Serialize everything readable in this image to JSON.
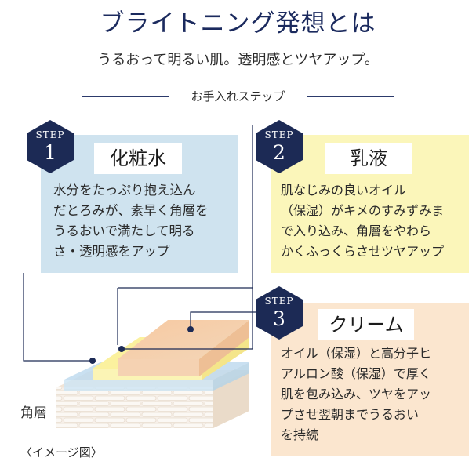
{
  "header": {
    "title": "ブライトニング発想とは",
    "subtitle": "うるおって明るい肌。透明感とツヤアップ。",
    "section_label": "お手入れステップ"
  },
  "steps": [
    {
      "badge": "STEP",
      "number": "1",
      "name": "化粧水",
      "lines": [
        "水分をたっぷり抱え込ん",
        "だとろみが、素早く角層を",
        "うるおいで満たして明る",
        "さ・透明感をアップ"
      ],
      "color": "#cfe3ef"
    },
    {
      "badge": "STEP",
      "number": "2",
      "name": "乳液",
      "lines": [
        "肌なじみの良いオイル",
        "（保湿）がキメのすみずみま",
        "で入り込み、角層をやわら",
        "かくふっくらさせツヤアップ"
      ],
      "color": "#fbf6ba"
    },
    {
      "badge": "STEP",
      "number": "3",
      "name": "クリーム",
      "lines": [
        "オイル（保湿）と高分子ヒ",
        "アルロン酸（保湿）で厚く",
        "肌を包み込み、ツヤをアッ",
        "プさせ翌朝までうるおい",
        "を持続"
      ],
      "color": "#fbe6cf"
    }
  ],
  "diagram": {
    "layer_label": "角層",
    "caption": "〈イメージ図〉"
  },
  "colors": {
    "navy": "#1b2a5e",
    "hex_badge": "#1c2a55"
  }
}
